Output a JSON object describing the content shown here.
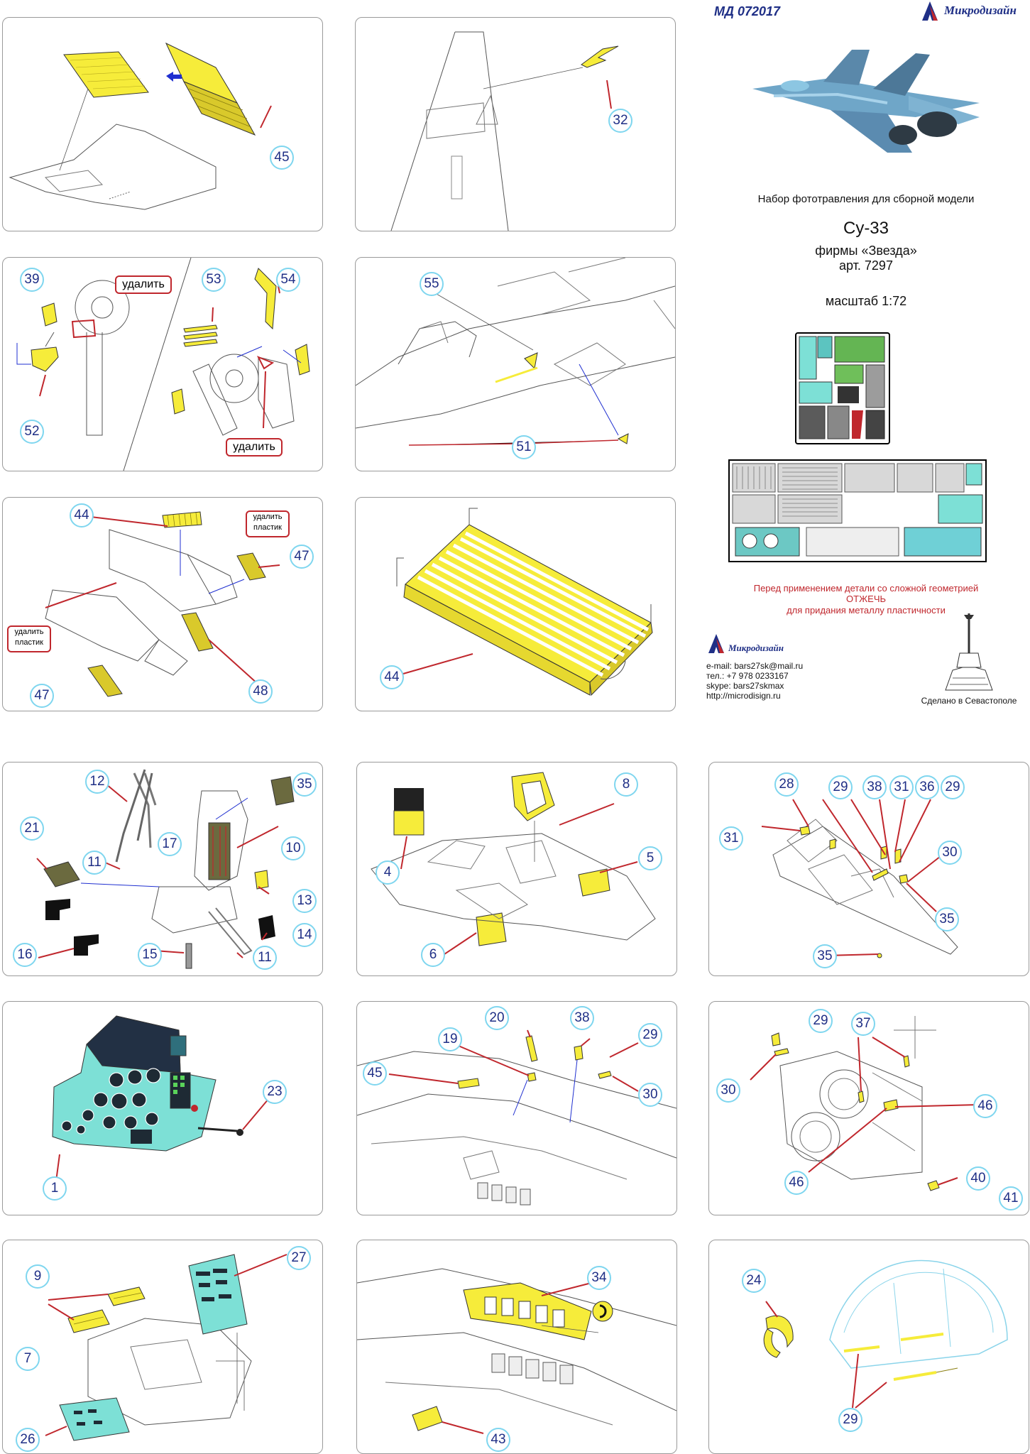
{
  "header": {
    "code": "МД 072017",
    "brand": "Микродизайн"
  },
  "info": {
    "set_title": "Набор фототравления для сборной модели",
    "model": "Су-33",
    "maker": "фирмы «Звезда»",
    "article": "арт. 7297",
    "scale": "масштаб 1:72",
    "warning_line1": "Перед применением детали со сложной геометрией",
    "warning_line2": "ОТЖЕЧЬ",
    "warning_line3": "для придания металлу пластичности",
    "brand_small": "Микродизайн",
    "email": "e-mail: bars27sk@mail.ru",
    "phone": "тел.: +7 978 0233167",
    "skype": "skype: bars27skmax",
    "site": "http://microdisign.ru",
    "made_in": "Сделано в Севастополе"
  },
  "labels": {
    "remove": "удалить",
    "remove_plastic_1": "удалить",
    "remove_plastic_2": "пластик"
  },
  "callouts": {
    "p1": [
      "45"
    ],
    "p2": [
      "32"
    ],
    "p3": [
      "39",
      "52",
      "53",
      "54"
    ],
    "p4": [
      "55",
      "51"
    ],
    "p5": [
      "44",
      "47",
      "47",
      "48"
    ],
    "p6": [
      "44"
    ],
    "p7": [
      "12",
      "35",
      "21",
      "11",
      "17",
      "10",
      "13",
      "16",
      "15",
      "11",
      "14"
    ],
    "p8": [
      "4",
      "8",
      "5",
      "6"
    ],
    "p9": [
      "28",
      "29",
      "38",
      "31",
      "36",
      "29",
      "31",
      "30",
      "35",
      "35"
    ],
    "p10": [
      "23",
      "1"
    ],
    "p11": [
      "20",
      "38",
      "19",
      "29",
      "45",
      "30"
    ],
    "p12": [
      "29",
      "37",
      "30",
      "46",
      "46",
      "40",
      "41"
    ],
    "p13": [
      "27",
      "9",
      "7",
      "26"
    ],
    "p14": [
      "34",
      "43"
    ],
    "p15": [
      "24",
      "29"
    ]
  },
  "colors": {
    "etch_yellow": "#f6ec3a",
    "callout_border": "#7fd6ef",
    "callout_text": "#1f2f86",
    "leader_red": "#c0272d",
    "panel_border": "#9a9a9a",
    "arrow_blue": "#1f2fd0",
    "instrument_cyan": "#7de0d6"
  }
}
